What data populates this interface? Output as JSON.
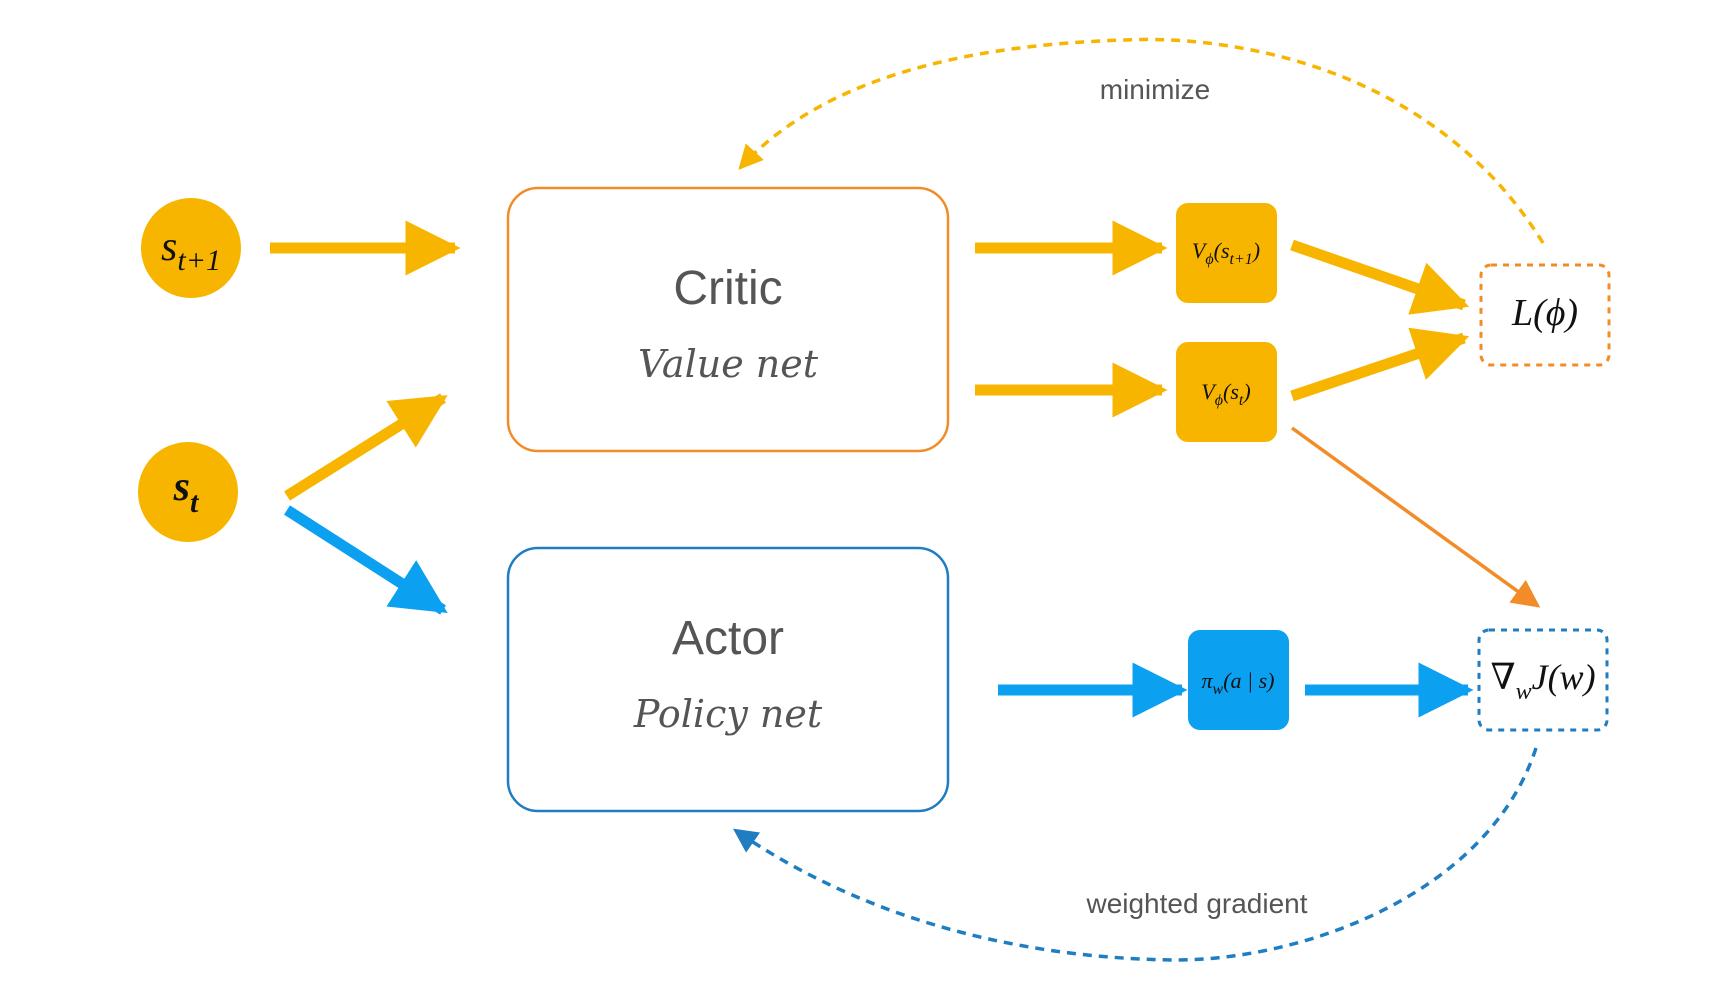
{
  "colors": {
    "critic": "#F28C28",
    "critic_fill": "#F8B500",
    "actor": "#1F7EC1",
    "actor_fill": "#0BA0F0",
    "text": "#555555",
    "math": "#111111"
  },
  "inputs": {
    "s_next": {
      "base": "s",
      "sub": "t+1"
    },
    "s_now": {
      "base": "s",
      "sub": "t"
    }
  },
  "critic": {
    "title": "Critic",
    "subtitle": "Value net"
  },
  "actor": {
    "title": "Actor",
    "subtitle": "Policy net"
  },
  "outputs": {
    "v_next": {
      "func": "V",
      "func_sub": "ϕ",
      "arg": "s",
      "arg_sub": "t+1"
    },
    "v_now": {
      "func": "V",
      "func_sub": "ϕ",
      "arg": "s",
      "arg_sub": "t"
    },
    "policy": {
      "func": "π",
      "func_sub": "w",
      "args": "(a | s)"
    }
  },
  "loss": {
    "text": "L(ϕ)"
  },
  "gradient": {
    "nabla": "∇",
    "sub": "w",
    "rest": "J(w)"
  },
  "feedback": {
    "minimize": "minimize",
    "weighted_gradient": "weighted gradient"
  }
}
